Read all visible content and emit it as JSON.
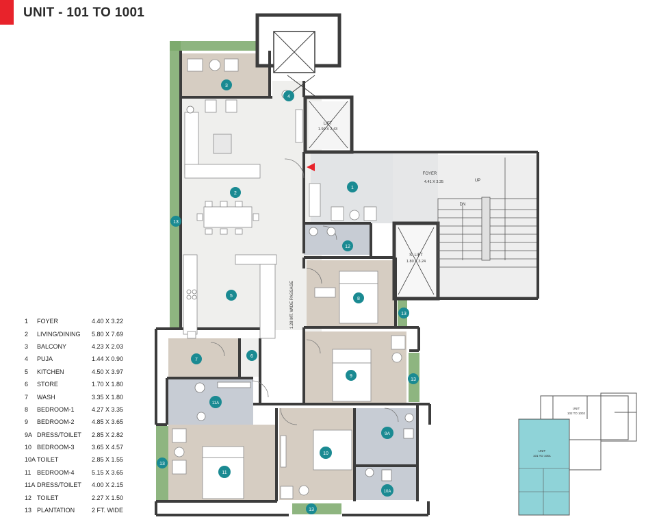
{
  "title": "UNIT - 101 TO 1001",
  "legend": [
    {
      "num": "1",
      "name": "FOYER",
      "dim": "4.40 X 3.22"
    },
    {
      "num": "2",
      "name": "LIVING/DINING",
      "dim": "5.80 X 7.69"
    },
    {
      "num": "3",
      "name": "BALCONY",
      "dim": "4.23 X 2.03"
    },
    {
      "num": "4",
      "name": "PUJA",
      "dim": "1.44 X 0.90"
    },
    {
      "num": "5",
      "name": "KITCHEN",
      "dim": "4.50 X 3.97"
    },
    {
      "num": "6",
      "name": "STORE",
      "dim": "1.70 X 1.80"
    },
    {
      "num": "7",
      "name": "WASH",
      "dim": "3.35 X 1.80"
    },
    {
      "num": "8",
      "name": "BEDROOM-1",
      "dim": "4.27 X 3.35"
    },
    {
      "num": "9",
      "name": "BEDROOM-2",
      "dim": "4.85 X 3.65"
    },
    {
      "num": "9A",
      "name": "DRESS/TOILET",
      "dim": "2.85 X 2.82"
    },
    {
      "num": "10",
      "name": "BEDROOM-3",
      "dim": "3.65 X 4.57"
    },
    {
      "num": "10A",
      "name": "TOILET",
      "dim": "2.85 X 1.55"
    },
    {
      "num": "11",
      "name": "BEDROOM-4",
      "dim": "5.15 X 3.65"
    },
    {
      "num": "11A",
      "name": "DRESS/TOILET",
      "dim": "4.00 X 2.15"
    },
    {
      "num": "12",
      "name": "TOILET",
      "dim": "2.27 X 1.50"
    },
    {
      "num": "13",
      "name": "PLANTATION",
      "dim": "2 FT. WIDE"
    }
  ],
  "plan_labels": {
    "lift_name": "LIFT",
    "lift_dim": "1.90 X 2.43",
    "foyer_name": "FOYER",
    "foyer_dim": "4.41 X 3.35",
    "up": "UP",
    "dn": "DN",
    "slift_name": "S. LIFT",
    "slift_dim": "1.80 X 3.24",
    "passage": "1.28 MT. WIDE PASSAGE"
  },
  "markers": {
    "m1": "1",
    "m2": "2",
    "m3": "3",
    "m4": "4",
    "m5": "5",
    "m6": "6",
    "m7": "7",
    "m8": "8",
    "m9": "9",
    "m9a": "9A",
    "m10": "10",
    "m10a": "10A",
    "m11": "11",
    "m11a": "11A",
    "m12": "12",
    "m13": "13"
  },
  "keyplan": {
    "unit_label": "UNIT",
    "unit_range": "101 TO 1001",
    "other_unit": "UNIT",
    "other_range": "102 TO 1002"
  },
  "colors": {
    "accent": "#e8232b",
    "marker": "#1a8a92",
    "wall": "#3c3c3c",
    "floor_light": "#efefed",
    "floor_wood": "#d6cdc2",
    "floor_toilet": "#c7ccd4",
    "plant": "#7aa86a",
    "keyplan_highlight": "#8fd3d8"
  }
}
